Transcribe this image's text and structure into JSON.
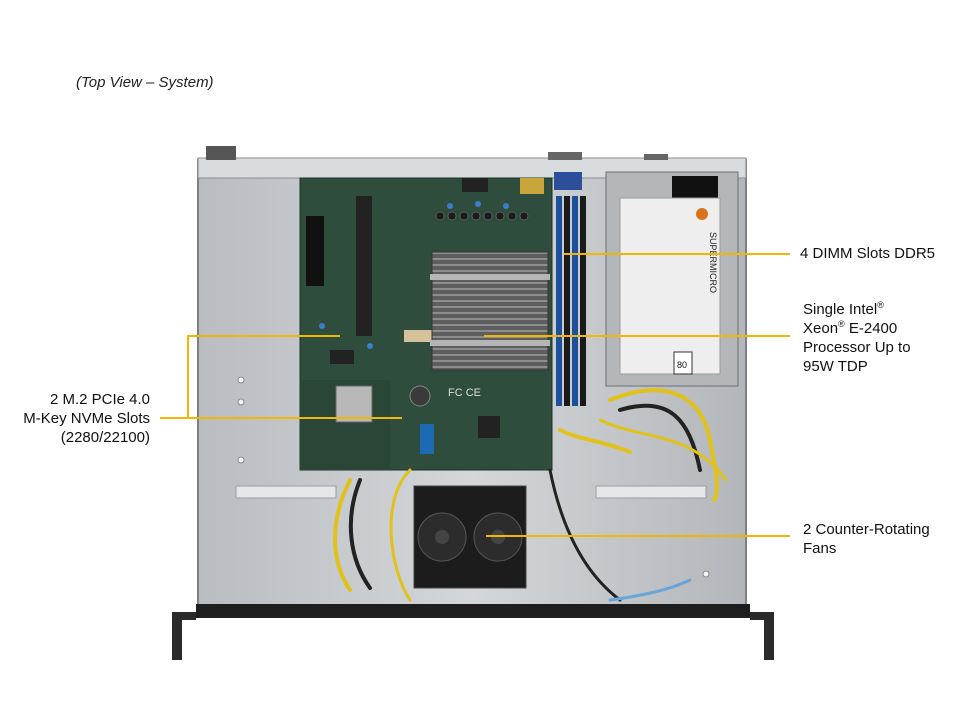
{
  "caption": "(Top View – System)",
  "callouts": {
    "dimm": {
      "text": "4 DIMM Slots DDR5"
    },
    "cpu": {
      "line1": "Single Intel",
      "line2": "Xeon",
      "line2_rest": " E-2400",
      "line3": "Processor Up to",
      "line4": "95W TDP",
      "reg": "®"
    },
    "m2": {
      "line1": "2 M.2 PCIe 4.0",
      "line2": "M-Key NVMe Slots",
      "line3": "(2280/22100)"
    },
    "fans": {
      "line1": "2 Counter-Rotating",
      "line2": "Fans"
    }
  },
  "psu": {
    "brand": "SUPERMICRO",
    "rating": "80"
  },
  "board": {
    "marks": "FC CE"
  },
  "colors": {
    "leader": "#f2b705",
    "chassis": "#c9ccd0",
    "board": "#2d4a3a",
    "heatsink": "#6e6e6e"
  }
}
